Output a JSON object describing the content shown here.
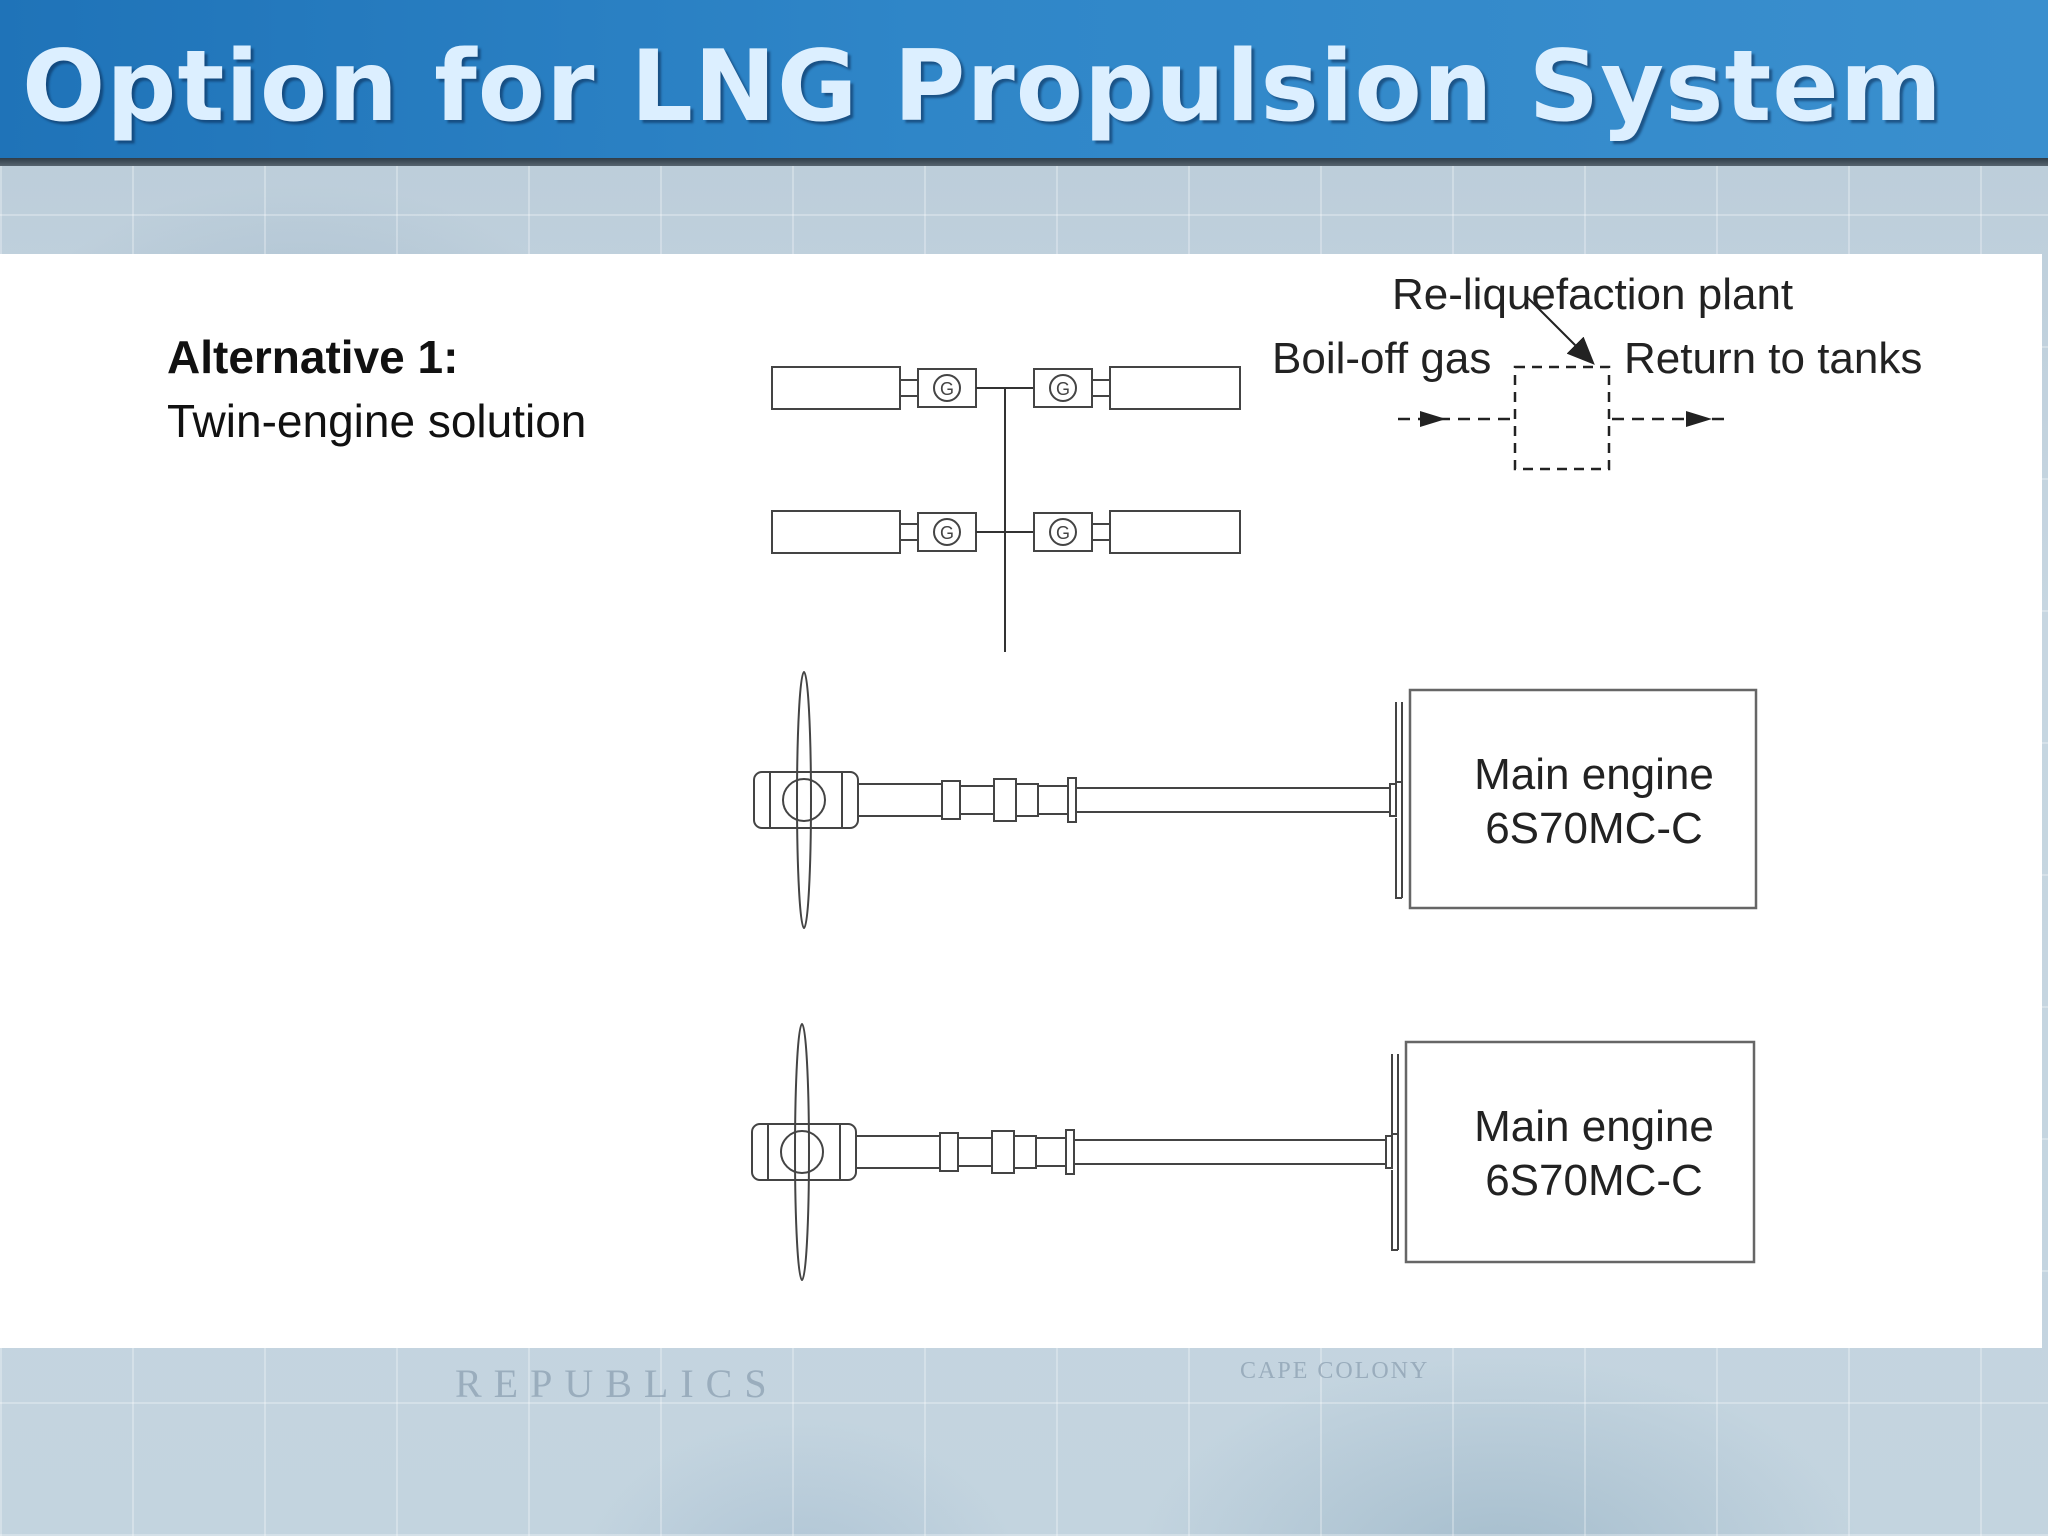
{
  "slide": {
    "title": "Option for LNG Propulsion System"
  },
  "alternative": {
    "heading": "Alternative 1:",
    "description": "Twin-engine solution"
  },
  "reliquefaction": {
    "plant_label": "Re-liquefaction plant",
    "input_label": "Boil-off gas",
    "output_label": "Return to tanks"
  },
  "generator_symbol": "G",
  "engines": [
    {
      "name": "Main engine",
      "model": "6S70MC-C"
    },
    {
      "name": "Main engine",
      "model": "6S70MC-C"
    }
  ],
  "background_map_labels": [
    "REPUBLICS",
    "CAPE COLONY"
  ],
  "colors": {
    "header_blue": "#2f86c8",
    "title_text": "#dcefff",
    "line": "#333333"
  }
}
